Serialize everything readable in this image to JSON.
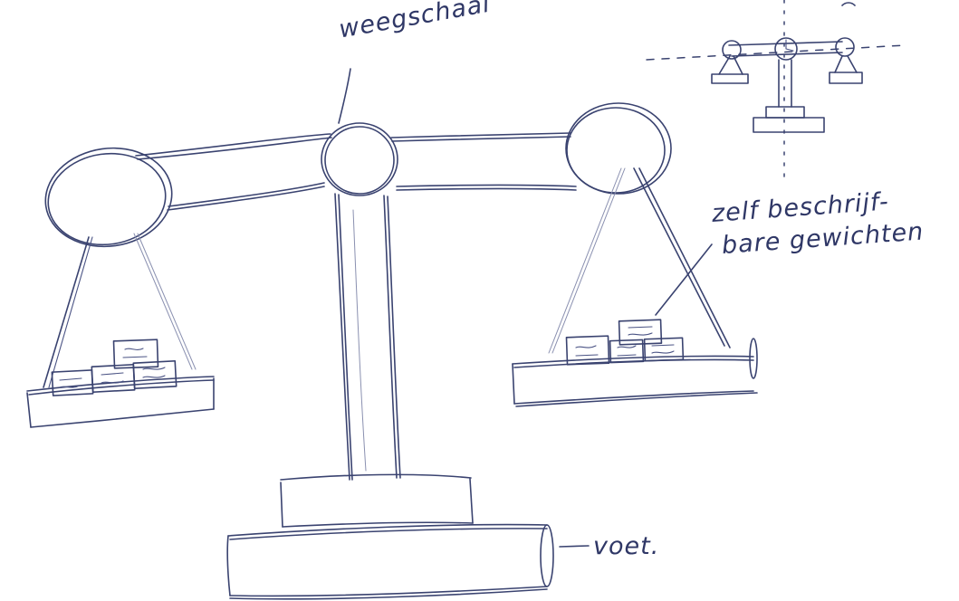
{
  "annotations": {
    "scale": "weegschaal",
    "weights_line1": "zelf beschrijf-",
    "weights_line2": "bare gewichten",
    "foot": "voet."
  }
}
